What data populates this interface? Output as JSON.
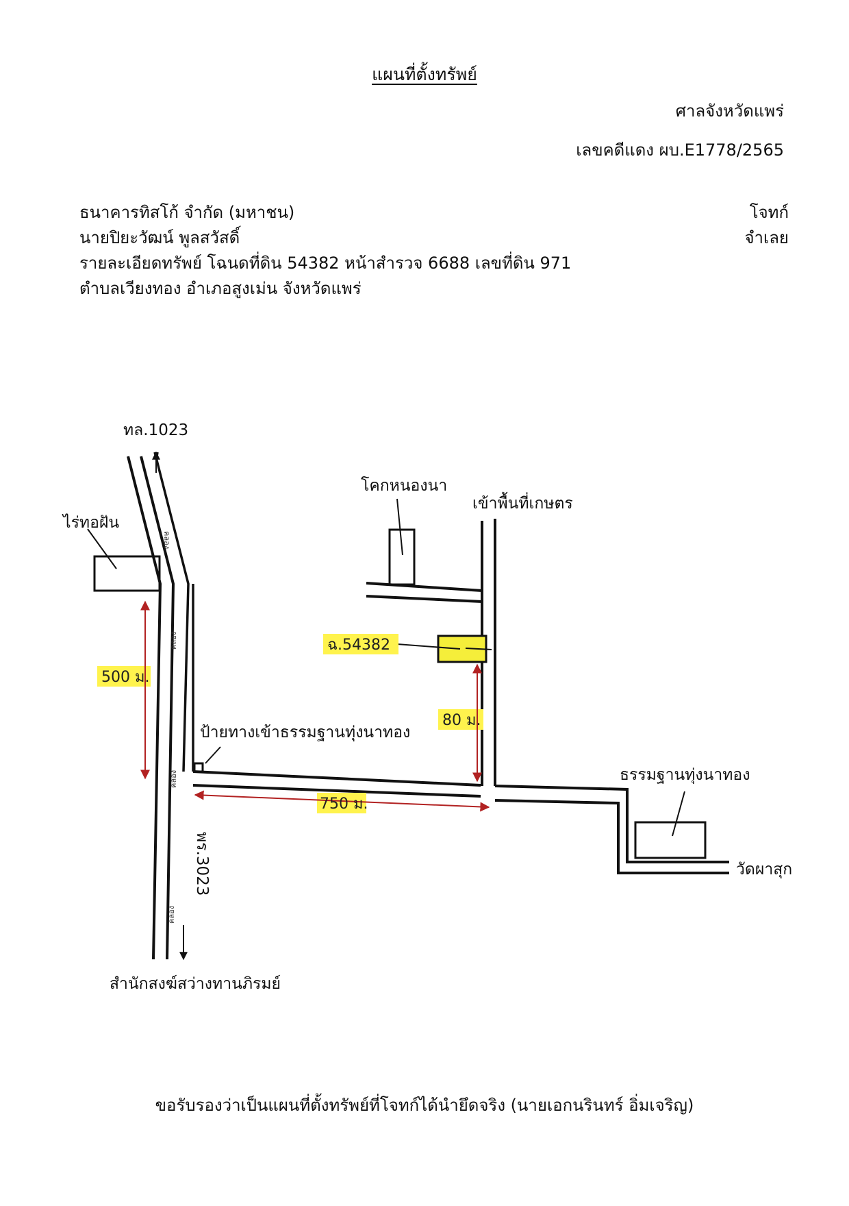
{
  "header": {
    "title": "แผนที่ตั้งทรัพย์",
    "court": "ศาลจังหวัดแพร่",
    "case_no": "เลขคดีแดง ผบ.E1778/2565"
  },
  "parties": {
    "plaintiff_name": "ธนาคารทิสโก้ จำกัด (มหาชน)",
    "plaintiff_role": "โจทก์",
    "defendant_name": "นายปิยะวัฒน์ พูลสวัสดิ์",
    "defendant_role": "จำเลย",
    "property_line1": "รายละเอียดทรัพย์ โฉนดที่ดิน 54382 หน้าสำรวจ 6688 เลขที่ดิน 971",
    "property_line2": "ตำบลเวียงทอง อำเภอสูงเม่น จังหวัดแพร่"
  },
  "map": {
    "road_north": "ทล.1023",
    "road_south": "พร.3023",
    "rai_tho_fan": "ไร่ทอฝัน",
    "khok_nong_na": "โคกหนองนา",
    "farm_access": "เข้าพื้นที่เกษตร",
    "deed_label": "ฉ.54382",
    "sign_label": "ป้ายทางเข้าธรรมฐานทุ่งนาทอง",
    "thammathan": "ธรรมฐานทุ่งนาทอง",
    "wat_pha_suk": "วัดผาสุก",
    "samnak_song": "สำนักสงฆ์สว่างทานภิรมย์",
    "canal": "คลอง",
    "dist_500": "500 ม.",
    "dist_80": "80 ม.",
    "dist_750": "750 ม."
  },
  "colors": {
    "highlight": "#fff34d",
    "property_fill": "#f5ee3a",
    "arrow": "#b22222",
    "ink": "#111111"
  },
  "footer": {
    "certification": "ขอรับรองว่าเป็นแผนที่ตั้งทรัพย์ที่โจทก์ได้นำยึดจริง (นายเอกนรินทร์ อิ่มเจริญ)"
  }
}
